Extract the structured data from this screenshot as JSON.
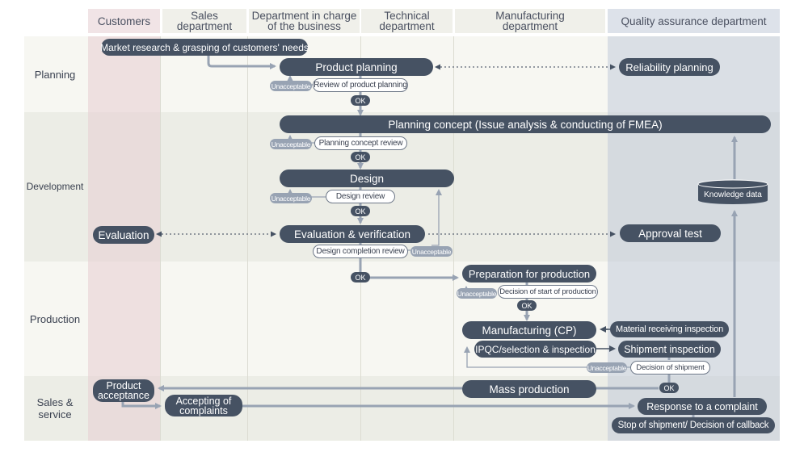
{
  "headers": {
    "customers": "Customers",
    "sales": "Sales\ndepartment",
    "business": "Department in charge\nof the business",
    "technical": "Technical\ndepartment",
    "manufacturing": "Manufacturing\ndepartment",
    "qa": "Quality assurance department"
  },
  "rows": {
    "planning": "Planning",
    "development": "Development",
    "production": "Production",
    "sales_service": "Sales &\nservice"
  },
  "nodes": {
    "market_research": "Market research & grasping of customers' needs",
    "product_planning": "Product planning",
    "reliability_planning": "Reliability planning",
    "planning_concept": "Planning concept (Issue analysis & conducting of FMEA)",
    "design": "Design",
    "knowledge_data": "Knowledge data",
    "evaluation": "Evaluation",
    "evaluation_verification": "Evaluation & verification",
    "approval_test": "Approval test",
    "preparation_production": "Preparation for production",
    "manufacturing_cp": "Manufacturing (CP)",
    "material_receiving": "Material receiving inspection",
    "ipqc": "IPQC/selection & inspection",
    "shipment_inspection": "Shipment inspection",
    "product_acceptance": "Product\nacceptance",
    "mass_production": "Mass production",
    "accepting_complaints": "Accepting of\ncomplaints",
    "response_complaint": "Response to a complaint",
    "stop_shipment": "Stop of shipment/ Decision of callback"
  },
  "reviews": {
    "review_product_planning": "Review of product planning",
    "planning_concept_review": "Planning concept review",
    "design_review": "Design review",
    "design_completion_review": "Design completion review",
    "decision_start_production": "Decision of start of production",
    "decision_shipment": "Decision of shipment"
  },
  "labels": {
    "unacceptable": "Unacceptable",
    "ok": "OK"
  },
  "colors": {
    "node": "#465263",
    "unacceptable": "#98a3b3",
    "connector": "#98a3b3",
    "customers_col": "#f1e4e6",
    "qa_col": "#dde2ea"
  }
}
